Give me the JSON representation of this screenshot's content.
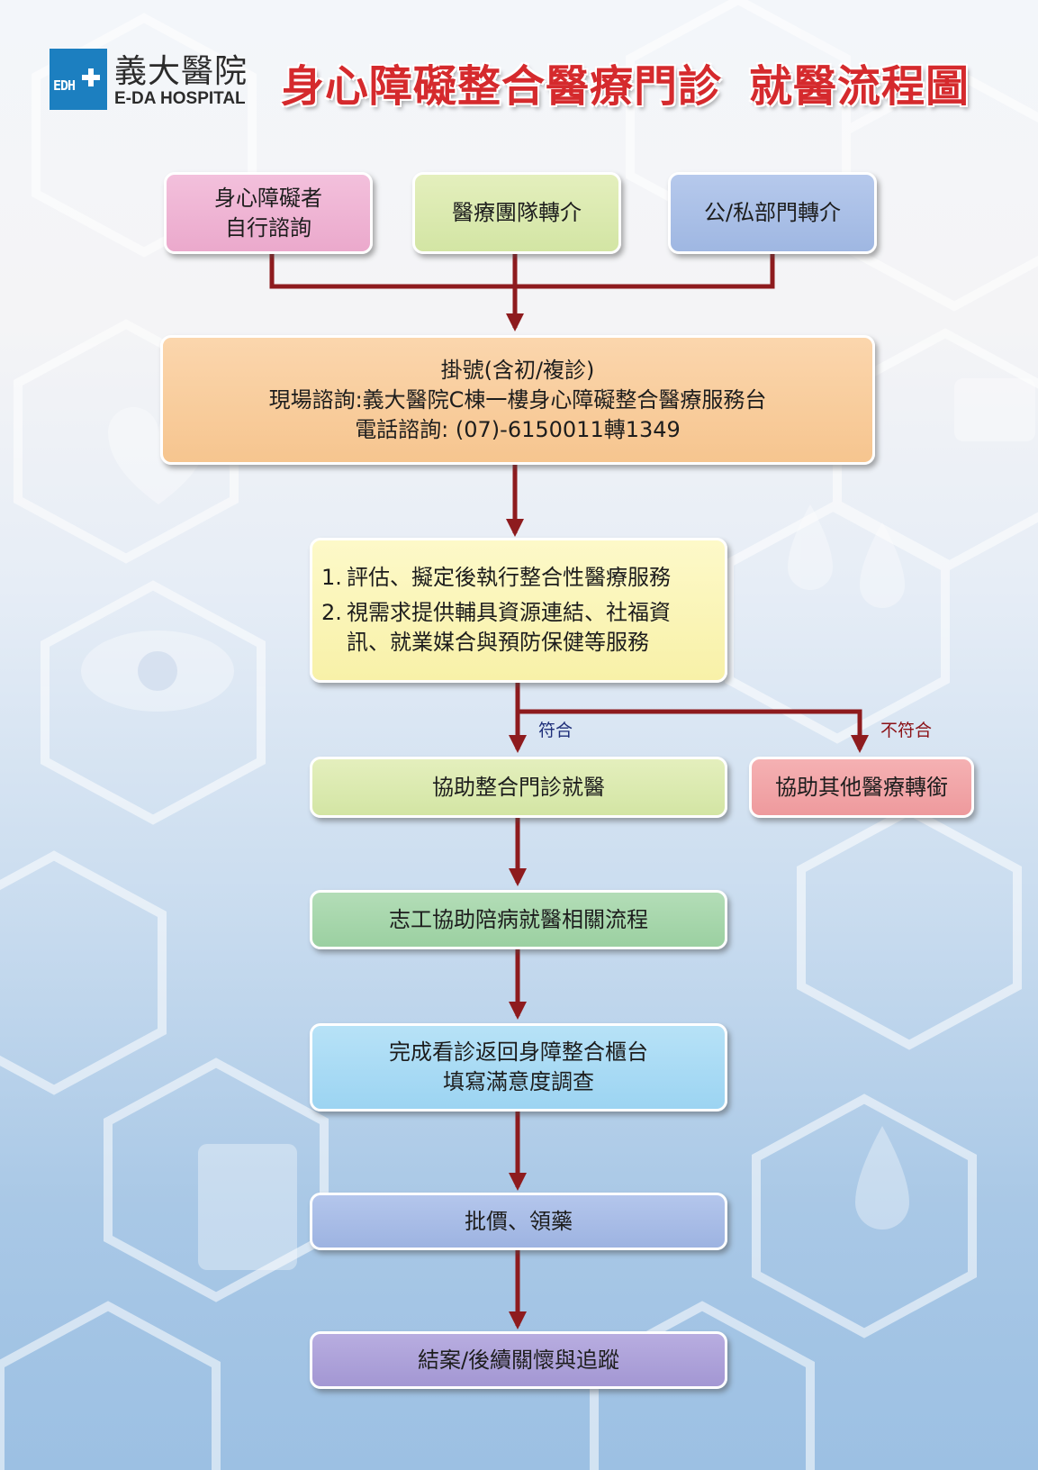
{
  "logo": {
    "mark_text": "EDH",
    "name_zh": "義大醫院",
    "name_en": "E-DA HOSPITAL"
  },
  "title": {
    "part1": "身心障礙整合醫療門診",
    "part2": "就醫流程圖"
  },
  "sources": [
    {
      "lines": [
        "身心障礙者",
        "自行諮詢"
      ],
      "color": "#eba9cc"
    },
    {
      "lines": [
        "醫療團隊轉介"
      ],
      "color": "#d3e5a4"
    },
    {
      "lines": [
        "公/私部門轉介"
      ],
      "color": "#9fb7e2"
    }
  ],
  "registration": {
    "line1": "掛號(含初/複診)",
    "line2": "現場諮詢:義大醫院C棟一樓身心障礙整合醫療服務台",
    "line3": "電話諮詢: (07)-6150011轉1349"
  },
  "assessment": {
    "items": [
      {
        "num": "1.",
        "lines": [
          "評估、擬定後執行整合性醫療服務"
        ]
      },
      {
        "num": "2.",
        "lines": [
          "視需求提供輔具資源連結、社福資",
          "訊、就業媒合與預防保健等服務"
        ]
      }
    ]
  },
  "decision": {
    "yes_label": "符合",
    "no_label": "不符合"
  },
  "steps": {
    "integrated_clinic": "協助整合門診就醫",
    "other_referral": "協助其他醫療轉銜",
    "volunteer": "志工協助陪病就醫相關流程",
    "return_counter": [
      "完成看診返回身障整合櫃台",
      "填寫滿意度調查"
    ],
    "payment": "批價、領藥",
    "closure": "結案/後續關懷與追蹤"
  },
  "colors": {
    "arrow": "#8e1b1e",
    "title": "#d52a2d",
    "logo_blue": "#1c7fc0"
  }
}
